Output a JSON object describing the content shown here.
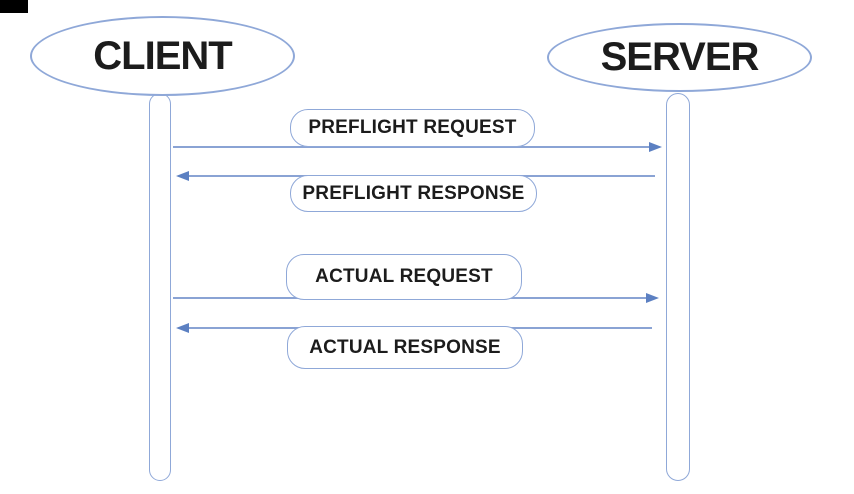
{
  "diagram": {
    "type": "sequence-diagram",
    "actors": [
      {
        "id": "client",
        "label": "CLIENT"
      },
      {
        "id": "server",
        "label": "SERVER"
      }
    ],
    "messages": [
      {
        "label": "PREFLIGHT REQUEST",
        "from": "client",
        "to": "server",
        "direction": "right"
      },
      {
        "label": "PREFLIGHT RESPONSE",
        "from": "server",
        "to": "client",
        "direction": "left"
      },
      {
        "label": "ACTUAL REQUEST",
        "from": "client",
        "to": "server",
        "direction": "right"
      },
      {
        "label": "ACTUAL RESPONSE",
        "from": "server",
        "to": "client",
        "direction": "left"
      }
    ]
  },
  "colors": {
    "stroke": "#8fa8d8",
    "line": "#8aa3d4",
    "head": "#5c80c2",
    "text": "#1c1c1c",
    "bg": "#ffffff",
    "artifact": "#000000"
  }
}
